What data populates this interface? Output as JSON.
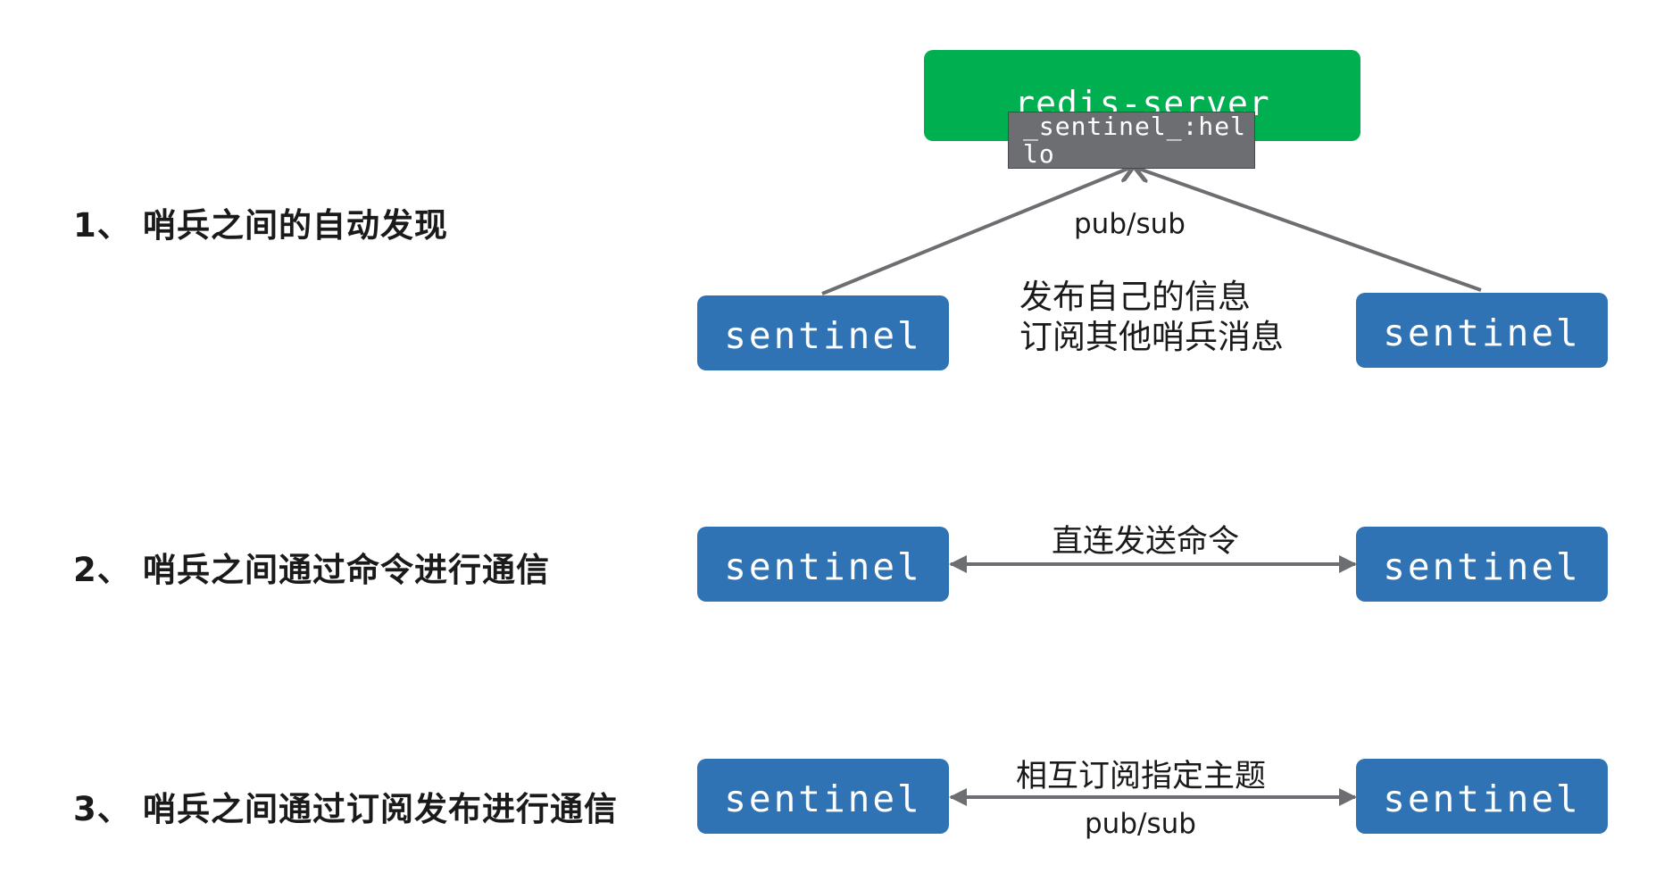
{
  "items": [
    {
      "num": "1、",
      "text": "哨兵之间的自动发现"
    },
    {
      "num": "2、",
      "text": "哨兵之间通过命令进行通信"
    },
    {
      "num": "3、",
      "text": "哨兵之间通过订阅发布进行通信"
    }
  ],
  "diagram1": {
    "server_label": "redis-server",
    "channel_label": "_sentinel_:hello",
    "edge_label": "pub/sub",
    "description_line1": "发布自己的信息",
    "description_line2": "订阅其他哨兵消息",
    "left_node": "sentinel",
    "right_node": "sentinel"
  },
  "diagram2": {
    "left_node": "sentinel",
    "right_node": "sentinel",
    "edge_label": "直连发送命令"
  },
  "diagram3": {
    "left_node": "sentinel",
    "right_node": "sentinel",
    "edge_label_top": "相互订阅指定主题",
    "edge_label_bottom": "pub/sub"
  },
  "colors": {
    "sentinel_box": "#2f73b4",
    "server_box": "#00b050",
    "channel_box": "#6d6e71",
    "connector": "#6d6e71"
  }
}
